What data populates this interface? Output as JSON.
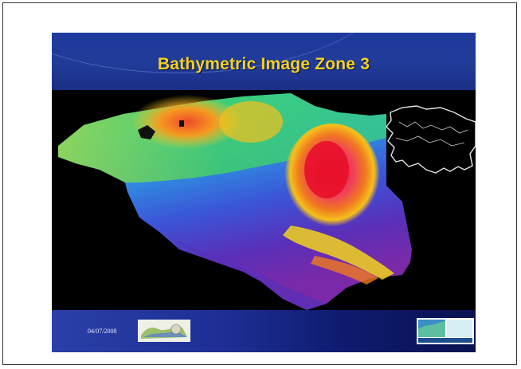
{
  "slide": {
    "title": "Bathymetric Image Zone 3",
    "date": "04/07/2008"
  },
  "colors": {
    "title_text": "#f5d21c",
    "title_band": "#203b98",
    "footer_band": "#1d2f95",
    "map_background": "#000000"
  },
  "icons": {
    "left_logo": "gsi-logo",
    "right_logo": "marine-institute-logo"
  }
}
